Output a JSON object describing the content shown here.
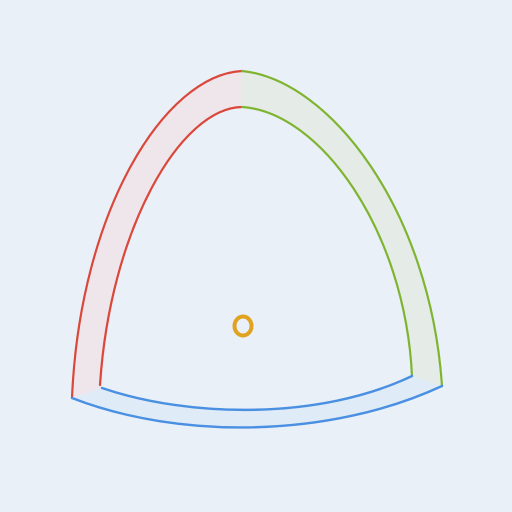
{
  "background": "#eaf0f8",
  "shape": {
    "segments": [
      {
        "id": "left-arc",
        "stroke": "#d9483b",
        "fill": "#efe6ec"
      },
      {
        "id": "right-arc",
        "stroke": "#7fb431",
        "fill": "#e5ece8"
      },
      {
        "id": "bottom-arc",
        "stroke": "#4a90e2",
        "fill": "#e0ebf8"
      }
    ],
    "center_marker": {
      "stroke": "#e0a321",
      "icon": "ring-icon"
    }
  }
}
